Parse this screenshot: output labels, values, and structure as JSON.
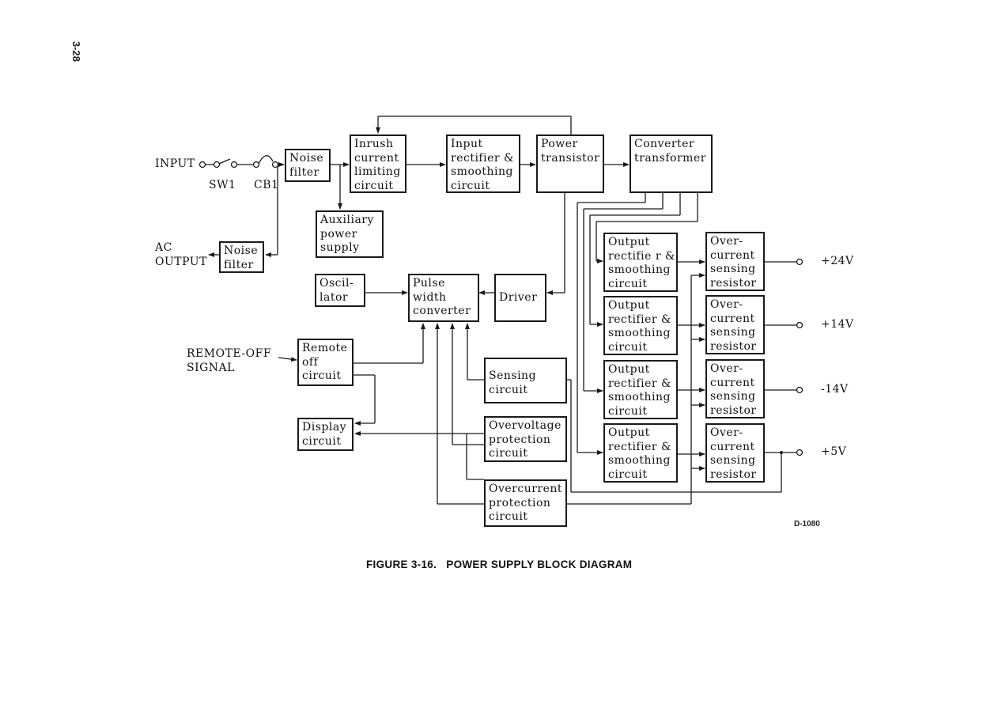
{
  "page_number": "3-28",
  "figure_caption": "FIGURE 3-16.   POWER SUPPLY BLOCK DIAGRAM",
  "drawing_id": "D-1080",
  "labels": {
    "input": "INPUT",
    "sw1": "SW1",
    "cb1": "CB1",
    "ac_output": "AC\nOUTPUT",
    "remote_off_signal": "REMOTE-OFF\nSIGNAL"
  },
  "blocks": {
    "noise_filter_in": "Noise\nfilter",
    "noise_filter_out": "Noise\nfilter",
    "inrush": "Inrush\ncurrent\nlimiting\ncircuit",
    "input_rectifier": "Input\nrectifier &\nsmoothing\ncircuit",
    "power_transistor": "Power\ntransistor",
    "converter_transformer": "Converter\ntransformer",
    "auxiliary": "Auxiliary\npower\nsupply",
    "oscillator": "Oscil-\nlator",
    "pwm": "Pulse\nwidth\nconverter",
    "driver": "Driver",
    "remote_off": "Remote\noff\ncircuit",
    "display": "Display\ncircuit",
    "sensing": "Sensing\ncircuit",
    "overvoltage": "Overvoltage\nprotection\ncircuit",
    "overcurrent": "Overcurrent\nprotection\ncircuit",
    "out_rect_1": "Output\nrectifie r &\nsmoothing\ncircuit",
    "out_rect_2": "Output\nrectifier &\nsmoothing\ncircuit",
    "out_rect_3": "Output\nrectifier &\nsmoothing\ncircuit",
    "out_rect_4": "Output\nrectifier &\nsmoothing\ncircuit",
    "oc_sense_1": "Over-\ncurrent\nsensing\nresistor",
    "oc_sense_2": "Over-\ncurrent\nsensing\nresistor",
    "oc_sense_3": "Over-\ncurrent\nsensing\nresistor",
    "oc_sense_4": "Over-\ncurrent\nsensing\nresistor"
  },
  "outputs": {
    "v1": "+24V",
    "v2": "+14V",
    "v3": "-14V",
    "v4": "+5V"
  },
  "colors": {
    "ink": "#1a1a1a",
    "paper": "#ffffff"
  }
}
